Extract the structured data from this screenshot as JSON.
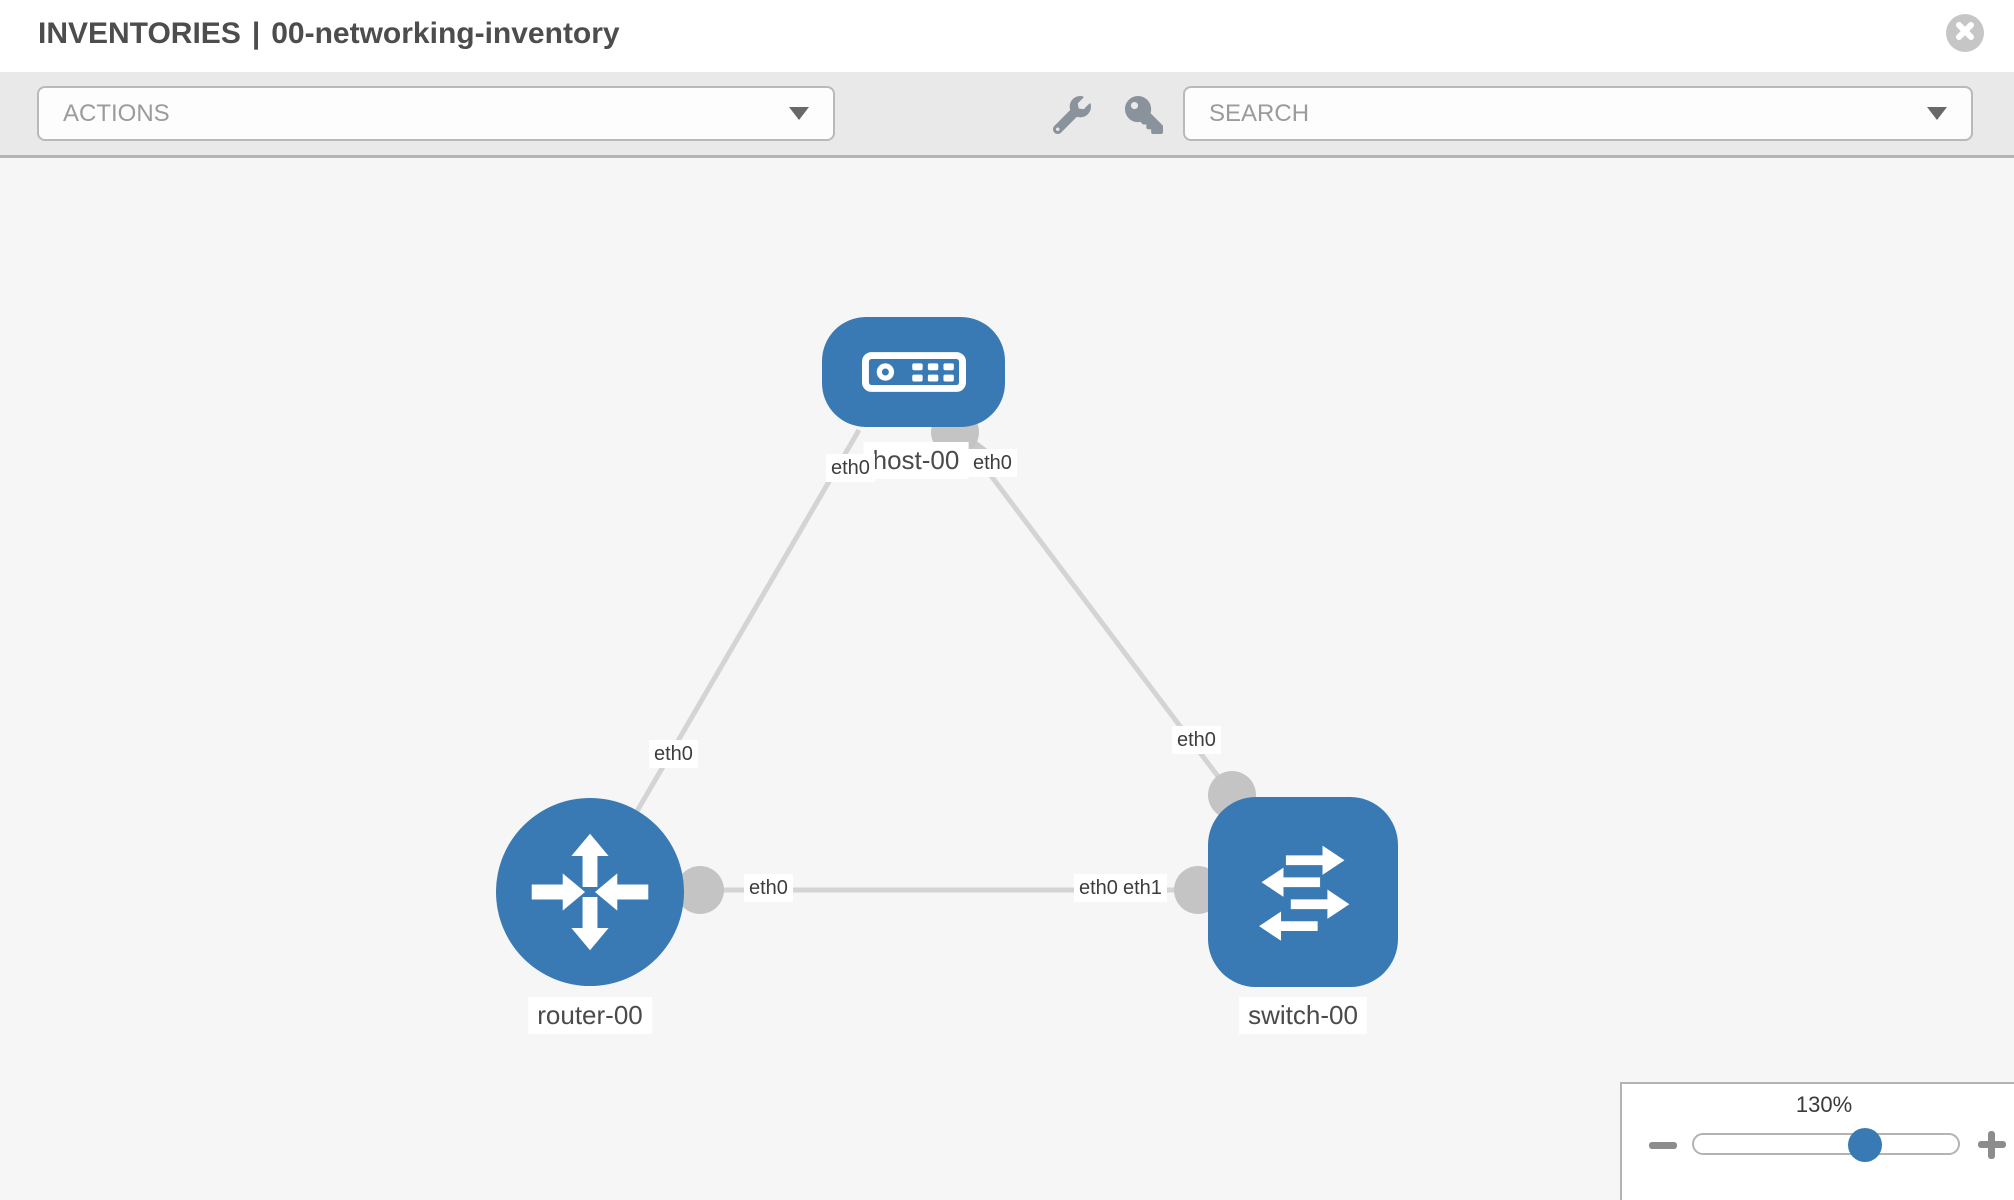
{
  "header": {
    "section": "INVENTORIES",
    "separator": "|",
    "inventory_name": "00-networking-inventory"
  },
  "toolbar": {
    "actions_label": "ACTIONS",
    "search_label": "SEARCH"
  },
  "icons": {
    "close": "circle-x-icon",
    "actions_caret": "caret-down-icon",
    "search_caret": "caret-down-icon",
    "wrench": "wrench-icon",
    "key": "key-icon",
    "zoom_out": "minus-icon",
    "zoom_in": "plus-icon"
  },
  "topology": {
    "node_color": "#397ab5",
    "link_color": "#d4d4d4",
    "connector_color": "#c4c4c4",
    "nodes": [
      {
        "name": "host-00",
        "type": "host",
        "icon": "host-server-icon"
      },
      {
        "name": "router-00",
        "type": "router",
        "icon": "router-arrows-icon"
      },
      {
        "name": "switch-00",
        "type": "switch",
        "icon": "switch-arrows-icon"
      }
    ],
    "links": [
      {
        "source": "host-00",
        "target": "router-00",
        "source_interface": "eth0",
        "target_interface": "eth0"
      },
      {
        "source": "host-00",
        "target": "switch-00",
        "source_interface": "eth0",
        "target_interface": "eth0"
      },
      {
        "source": "router-00",
        "target": "switch-00",
        "source_interface": "eth0",
        "target_interface": "eth1",
        "overlapped_interface": "eth0"
      }
    ]
  },
  "zoom_control": {
    "level": "130%"
  }
}
